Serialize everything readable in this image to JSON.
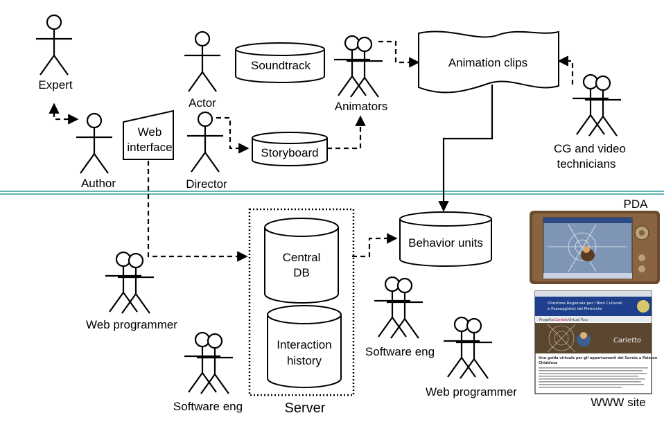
{
  "actors": {
    "expert": "Expert",
    "author": "Author",
    "actor": "Actor",
    "director": "Director",
    "animators": "Animators",
    "cg_technicians_line1": "CG and video",
    "cg_technicians_line2": "technicians",
    "web_programmer_left": "Web programmer",
    "software_eng_left": "Software eng",
    "software_eng_right": "Software eng",
    "web_programmer_right": "Web programmer"
  },
  "artifacts": {
    "soundtrack": "Soundtrack",
    "storyboard": "Storyboard",
    "animation_clips": "Animation clips",
    "web_interface_line1": "Web",
    "web_interface_line2": "interface",
    "behavior_units": "Behavior units",
    "central_db_line1": "Central",
    "central_db_line2": "DB",
    "interaction_history_line1": "Interaction",
    "interaction_history_line2": "history",
    "server": "Server"
  },
  "devices": {
    "pda": "PDA",
    "www_site": "WWW site",
    "website_heading_line1": "Direzione Regionale per i Beni Culturali",
    "website_heading_line2": "e Paesaggistici del Piemonte",
    "website_nav_1": "Progetto",
    "website_nav_2": "Carletto",
    "website_nav_3": "Virtual Tour",
    "website_banner": "Carletto",
    "website_article_line1": "Una guida virtuale per gli appartamenti dei Savoia a Palazzo",
    "website_article_line2": "Chiablese"
  },
  "colors": {
    "separator": "#2a9d9a",
    "pda_body": "#6b4a2e",
    "pda_screen": "#7e95b6",
    "site_header": "#1d3f8c",
    "site_banner": "#5b4630"
  },
  "icons": {
    "stick_figure": "person-icon",
    "cylinder": "database-icon",
    "wavy_document": "document-icon",
    "trapezoid": "manual-input-icon"
  }
}
